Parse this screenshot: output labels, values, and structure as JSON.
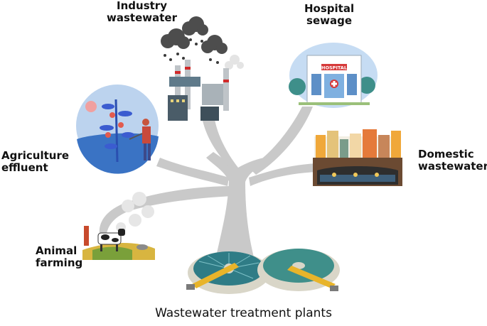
{
  "sources": {
    "industry": {
      "line1": "Industry",
      "line2": "wastewater"
    },
    "hospital": {
      "line1": "Hospital",
      "line2": "sewage",
      "sign": "HOSPITAL"
    },
    "agriculture": {
      "line1": "Agriculture",
      "line2": "effluent"
    },
    "domestic": {
      "line1": "Domestic",
      "line2": "wastewater"
    },
    "animal": {
      "line1": "Animal",
      "line2": "farming"
    }
  },
  "caption": "Wastewater treatment plants",
  "colors": {
    "tree": "#c8c8c8",
    "sky": "#bcd3ee",
    "water": "#2f7c86",
    "tank": "#d9d6c8",
    "bridge": "#e8b42a"
  }
}
